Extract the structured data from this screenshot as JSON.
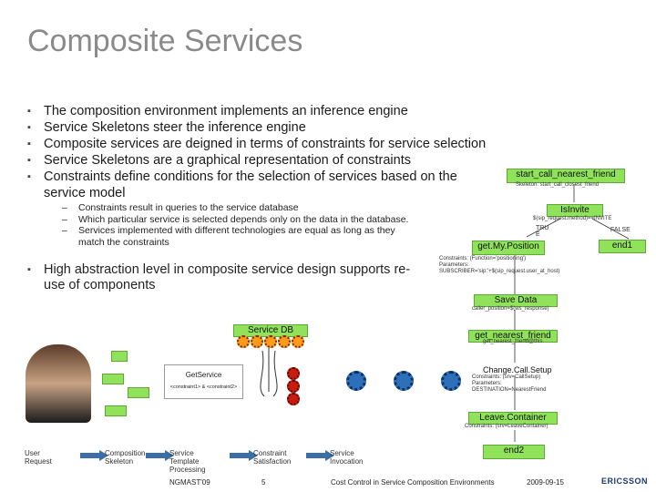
{
  "slide": {
    "title": "Composite Services",
    "bullets": [
      "The composition environment implements an inference engine",
      "Service Skeletons steer the inference engine",
      "Composite services are deigned in terms of constraints for service selection",
      "Service Skeletons are a graphical representation of constraints",
      "Constraints define conditions for the selection of services based on the service model"
    ],
    "sub_bullets": [
      "Constraints result in queries to the service database",
      "Which particular service is selected depends only on the data in the database.",
      "Services implemented with different technologies are equal as long as they match the constraints"
    ],
    "bullet_last": "High abstraction level in composite service design supports re-use of components"
  },
  "diagram": {
    "start_label": "start_call_nearest_friend",
    "start_sub": "Skeleton: start_call_closest_friend",
    "isinvite": "IsInvite",
    "isinvite_sub": "$(sip_request.method)==INVITE",
    "true_label": "TRU E",
    "false_label": "FALSE",
    "end1": "end1",
    "getmypos": "get.My.Position",
    "getmypos_c1": "Constraints: (Function='positioning')",
    "getmypos_c2": "Parameters:",
    "getmypos_c3": "SUBSCRIBER='sip:'+$(sip_request.user_at_host)",
    "savedata": "Save Data",
    "savedata_sub": "caller_position=$(ws_response)",
    "servicedb": "Service DB",
    "getnearest": "get_nearest_friend",
    "getnearest_sub": "get_nearest_friend@this",
    "changecall": "Change.Call.Setup",
    "changecall_c1": "Constraints: (srv=CallSetup)",
    "changecall_c2": "Parameters:",
    "changecall_c3": "DESTINATION=NearestFriend",
    "leavecontainer": "Leave.Container",
    "leavecontainer_sub": "Constraints: (srv=LeaveContainer)",
    "end2": "end2",
    "getservice": "GetService",
    "getservice_sub": "<constraint1> & <constraint2>"
  },
  "steps": [
    "User Request",
    "Composition Skeleton",
    "Service Template Processing",
    "Constraint Satisfaction",
    "Service Invocation"
  ],
  "footer": {
    "event": "NGMAST'09",
    "page": "5",
    "talk": "Cost Control in Service Composition Environments",
    "date": "2009-09-15",
    "logo": "ERICSSON"
  },
  "colors": {
    "green_box": "#8fe25a",
    "title_gray": "#8a8a8a",
    "arrow_blue": "#3a6ea5"
  }
}
